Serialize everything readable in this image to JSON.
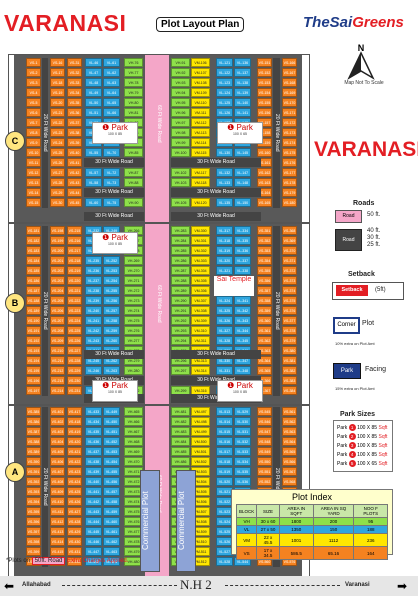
{
  "header": {
    "city": "VARANASI",
    "plan_title": "Plot Layout Plan",
    "brand_prefix": "TheSai",
    "brand_suffix": "Greens",
    "north_label": "N",
    "scale_note": "Map Not To Scale"
  },
  "side_city": "VARANASI",
  "sections": [
    "C",
    "B",
    "A"
  ],
  "roads": {
    "road_30": "30 Ft Wide Road",
    "road_20": "20 Ft Wide Road",
    "road_60": "60 Ft Wide Road",
    "road_25": "25 Ft Wide Road"
  },
  "parks": [
    {
      "label": "Park",
      "size": "100 X 85"
    },
    {
      "label": "Park",
      "size": "100 X 65"
    },
    {
      "label": "Park",
      "size": "100 X 85"
    },
    {
      "label": "Park",
      "size": "100 X 85"
    },
    {
      "label": "Park",
      "size": "100 X 85"
    }
  ],
  "temple": "Sai Temple",
  "commercial": [
    "Commercial Plot",
    "Commercial Plot"
  ],
  "legend": {
    "roads_title": "Roads",
    "road_chip": "Road",
    "road_50": "50 ft.",
    "road_others": [
      "40 ft.",
      "30 ft.",
      "25 ft."
    ],
    "setback_title": "Setback",
    "setback_chip": "Setback",
    "setback_value": "(5ft)",
    "corner_chip": "Corner",
    "corner_text": "Plot",
    "corner_note": "10% extra on Plot Amt",
    "park_chip": "Park",
    "park_text": "Facing",
    "park_note": "15% extra on Plot Amt",
    "park_sizes_title": "Park Sizes",
    "park_sizes": [
      {
        "n": "1",
        "size": "100 X 85"
      },
      {
        "n": "2",
        "size": "100 X 85"
      },
      {
        "n": "3",
        "size": "100 X 85"
      },
      {
        "n": "4",
        "size": "100 X 85"
      },
      {
        "n": "5",
        "size": "100 X 65"
      }
    ],
    "park_word": "Park",
    "sqft": "Sqft"
  },
  "plot_index": {
    "title": "Plot Index",
    "headers": [
      "BLOCK",
      "SIZE",
      "AREA IN SQFT",
      "AREA IN SQ YARD",
      "NOO F PLOTS"
    ],
    "rows": [
      {
        "block": "VH",
        "size": "30 x 60",
        "sqft": "1800",
        "sqyd": "200",
        "plots": "95",
        "color": "#8ee04a"
      },
      {
        "block": "VL",
        "size": "27 x 50",
        "sqft": "1350",
        "sqyd": "150",
        "plots": "188",
        "color": "#2fa6df"
      },
      {
        "block": "VM",
        "size": "22 x 45.5",
        "sqft": "1001",
        "sqyd": "1112",
        "plots": "236",
        "color": "#ffe600"
      },
      {
        "block": "VS",
        "size": "17 x 34.5",
        "sqft": "586.5",
        "sqyd": "65.16",
        "plots": "164",
        "color": "#f58220"
      }
    ]
  },
  "footnote": {
    "prefix": "*Plots on",
    "chip": "50ft. Road",
    "suffix": "Extra Charges Applied."
  },
  "highway": {
    "left": "Allahabad",
    "center": "N.H 2",
    "right": "Varanasi"
  },
  "colors": {
    "accent": "#e31e24",
    "vs": "#f58220",
    "vm": "#ffe600",
    "vl": "#2fa6df",
    "vh": "#8ee04a",
    "main_road": "#f4a6c8",
    "road": "#444444"
  }
}
